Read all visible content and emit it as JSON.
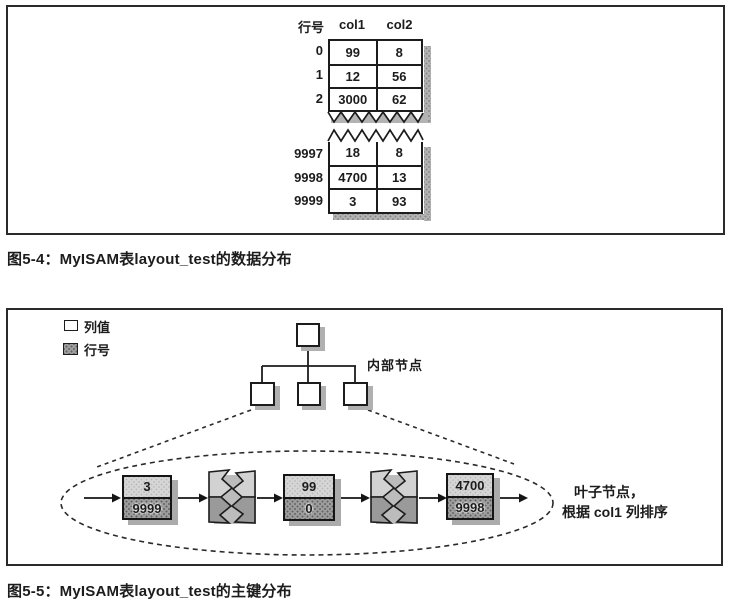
{
  "colors": {
    "ink": "#1c1c1c",
    "paper": "#ffffff",
    "shade_light": "#d6d6d6",
    "shade_dark": "#9d9d9d",
    "shadow": "#b0b0b0"
  },
  "figure4": {
    "caption": "图5-4：MyISAM表layout_test的数据分布",
    "table": {
      "row_header": "行号",
      "col1_header": "col1",
      "col2_header": "col2",
      "top_rows": [
        {
          "row": "0",
          "col1": "99",
          "col2": "8"
        },
        {
          "row": "1",
          "col1": "12",
          "col2": "56"
        },
        {
          "row": "2",
          "col1": "3000",
          "col2": "62"
        }
      ],
      "bottom_rows": [
        {
          "row": "9997",
          "col1": "18",
          "col2": "8"
        },
        {
          "row": "9998",
          "col1": "4700",
          "col2": "13"
        },
        {
          "row": "9999",
          "col1": "3",
          "col2": "93"
        }
      ]
    }
  },
  "figure5": {
    "caption": "图5-5：MyISAM表layout_test的主键分布",
    "legend": {
      "column_value": "列值",
      "row_number": "行号"
    },
    "internal_label": "内部节点",
    "leaf_label_line1": "叶子节点，",
    "leaf_label_line2": "根据 col1 列排序",
    "leaves": [
      {
        "col_value": "3",
        "row_number": "9999"
      },
      {
        "col_value": "99",
        "row_number": "0"
      },
      {
        "col_value": "4700",
        "row_number": "9998"
      }
    ]
  }
}
